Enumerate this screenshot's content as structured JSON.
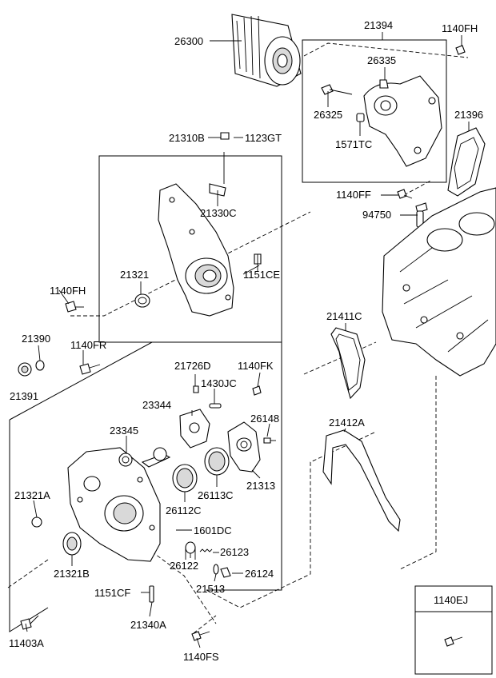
{
  "labels": {
    "p26300": "26300",
    "p21394": "21394",
    "p1140FH_top": "1140FH",
    "p26335": "26335",
    "p26325": "26325",
    "p1571TC": "1571TC",
    "p21396": "21396",
    "p21310B": "21310B",
    "p1123GT": "1123GT",
    "p21330C": "21330C",
    "p1140FF": "1140FF",
    "p94750": "94750",
    "p21321": "21321",
    "p1151CE": "1151CE",
    "p1140FH_mid": "1140FH",
    "p21411C": "21411C",
    "p21390": "21390",
    "p1140FR": "1140FR",
    "p21391": "21391",
    "p21726D": "21726D",
    "p1140FK": "1140FK",
    "p1430JC": "1430JC",
    "p23344": "23344",
    "p26148": "26148",
    "p23345": "23345",
    "p21412A": "21412A",
    "p21313": "21313",
    "p21321A": "21321A",
    "p26113C": "26113C",
    "p26112C": "26112C",
    "p1601DC": "1601DC",
    "p26123": "26123",
    "p26122": "26122",
    "p26124": "26124",
    "p21321B": "21321B",
    "p21513": "21513",
    "p1151CF": "1151CF",
    "p21340A": "21340A",
    "p11403A": "11403A",
    "p1140FS": "1140FS"
  },
  "inset": {
    "label": "1140EJ"
  }
}
